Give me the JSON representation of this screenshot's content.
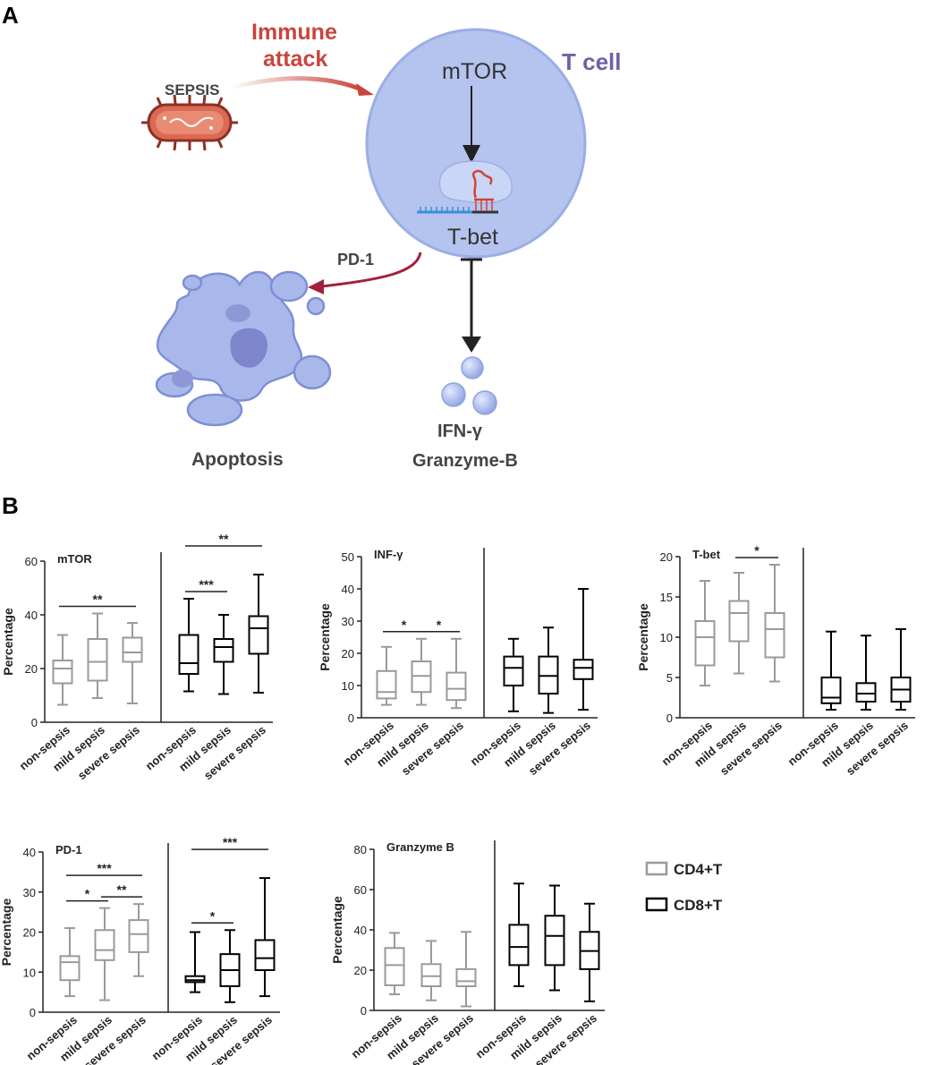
{
  "panel_a": {
    "letter": "A",
    "sepsis_label": "SEPSIS",
    "immune_attack_line1": "Immune",
    "immune_attack_line2": "attack",
    "tcell_label": "T cell",
    "mtor_label": "mTOR",
    "tbet_label": "T-bet",
    "pd1_label": "PD-1",
    "apoptosis_label": "Apoptosis",
    "ifng_label": "IFN-γ",
    "granzyme_label": "Granzyme-B",
    "colors": {
      "attack": "#c9443b",
      "tcell_text": "#6a63a8",
      "cell_fill": "#b5c4ee",
      "apoptosis_fill": "#9fb0e6",
      "pd1_arrow": "#a31f3c"
    }
  },
  "panel_b": {
    "letter": "B",
    "legend": [
      {
        "label": "CD4+T",
        "color": "#9a9a9a"
      },
      {
        "label": "CD8+T",
        "color": "#000000"
      }
    ]
  },
  "chart_data": [
    {
      "type": "box",
      "title": "mTOR",
      "ylabel": "Percentage",
      "ylim": [
        0,
        60
      ],
      "yticks": [
        0,
        20,
        40,
        60
      ],
      "categories": [
        "non-sepsis",
        "mild sepsis",
        "severe sepsis"
      ],
      "series": [
        {
          "name": "CD4+T",
          "boxes": [
            [
              6.5,
              14.5,
              20,
              23,
              32.5
            ],
            [
              9,
              15.5,
              22.5,
              31,
              40.5
            ],
            [
              7,
              22.5,
              26,
              31.5,
              37
            ]
          ]
        },
        {
          "name": "CD8+T",
          "boxes": [
            [
              11.5,
              18,
              22,
              32.5,
              46
            ],
            [
              10.5,
              22.5,
              28,
              31,
              40
            ],
            [
              11,
              25.5,
              35,
              39.5,
              55
            ]
          ]
        }
      ],
      "significance": [
        {
          "series": 0,
          "from": 0,
          "to": 2,
          "label": "**"
        },
        {
          "series": 1,
          "from": 0,
          "to": 1,
          "label": "***"
        },
        {
          "series": 1,
          "from": 0,
          "to": 2,
          "label": "**"
        }
      ]
    },
    {
      "type": "box",
      "title": "INF-γ",
      "ylabel": "Percentage",
      "ylim": [
        0,
        50
      ],
      "yticks": [
        0,
        10,
        20,
        30,
        40,
        50
      ],
      "categories": [
        "non-sepsis",
        "mild sepsis",
        "severe sepsis"
      ],
      "series": [
        {
          "name": "CD4+T",
          "boxes": [
            [
              4,
              6,
              8,
              14.5,
              22
            ],
            [
              4,
              8,
              13,
              17.5,
              24.5
            ],
            [
              3,
              5.5,
              9,
              14,
              24.5
            ]
          ]
        },
        {
          "name": "CD8+T",
          "boxes": [
            [
              2,
              10,
              15.5,
              19,
              24.5
            ],
            [
              1.5,
              7.5,
              13,
              19,
              28
            ],
            [
              2.5,
              12,
              15.5,
              18,
              40
            ]
          ]
        }
      ],
      "significance": [
        {
          "series": 0,
          "from": 0,
          "to": 1,
          "label": "*"
        },
        {
          "series": 0,
          "from": 1,
          "to": 2,
          "label": "*"
        }
      ]
    },
    {
      "type": "box",
      "title": "T-bet",
      "ylabel": "Percentage",
      "ylim": [
        0,
        20
      ],
      "yticks": [
        0,
        5,
        10,
        15,
        20
      ],
      "categories": [
        "non-sepsis",
        "mild sepsis",
        "severe sepsis"
      ],
      "series": [
        {
          "name": "CD4+T",
          "boxes": [
            [
              4,
              6.5,
              10,
              12,
              17
            ],
            [
              5.5,
              9.5,
              13,
              14.5,
              18
            ],
            [
              4.5,
              7.5,
              11,
              13,
              19
            ]
          ]
        },
        {
          "name": "CD8+T",
          "boxes": [
            [
              1,
              1.8,
              2.5,
              5,
              10.7
            ],
            [
              1,
              2,
              3,
              4.3,
              10.2
            ],
            [
              1,
              2,
              3.5,
              5,
              11
            ]
          ]
        }
      ],
      "significance": [
        {
          "series": 0,
          "from": 1,
          "to": 2,
          "label": "*"
        }
      ]
    },
    {
      "type": "box",
      "title": "PD-1",
      "ylabel": "Percentage",
      "ylim": [
        0,
        40
      ],
      "yticks": [
        0,
        10,
        20,
        30,
        40
      ],
      "categories": [
        "non-sepsis",
        "mild sepsis",
        "severe sepsis"
      ],
      "series": [
        {
          "name": "CD4+T",
          "boxes": [
            [
              4,
              8,
              12.5,
              14,
              21
            ],
            [
              3,
              13,
              15.5,
              20.5,
              26
            ],
            [
              9,
              15,
              19.5,
              23,
              27
            ]
          ]
        },
        {
          "name": "CD8+T",
          "boxes": [
            [
              5,
              7.5,
              8,
              9,
              20
            ],
            [
              2.5,
              6.5,
              10.5,
              14.5,
              20.5
            ],
            [
              4,
              10.5,
              13.5,
              18,
              33.5
            ]
          ]
        }
      ],
      "significance": [
        {
          "series": 0,
          "from": 0,
          "to": 1,
          "label": "*"
        },
        {
          "series": 0,
          "from": 1,
          "to": 2,
          "label": "**"
        },
        {
          "series": 0,
          "from": 0,
          "to": 2,
          "label": "***"
        },
        {
          "series": 1,
          "from": 0,
          "to": 1,
          "label": "*"
        },
        {
          "series": 1,
          "from": 0,
          "to": 2,
          "label": "***"
        }
      ]
    },
    {
      "type": "box",
      "title": "Granzyme B",
      "ylabel": "Percentage",
      "ylim": [
        0,
        80
      ],
      "yticks": [
        0,
        20,
        40,
        60,
        80
      ],
      "categories": [
        "non-sepsis",
        "mild sepsis",
        "severe sepsis"
      ],
      "series": [
        {
          "name": "CD4+T",
          "boxes": [
            [
              8,
              12.5,
              22.5,
              31,
              38.5
            ],
            [
              5,
              12,
              17,
              23,
              34.5
            ],
            [
              2,
              12,
              14.5,
              20.5,
              39
            ]
          ]
        },
        {
          "name": "CD8+T",
          "boxes": [
            [
              12,
              22.5,
              31.5,
              42.5,
              63
            ],
            [
              10,
              22.5,
              37,
              47,
              62
            ],
            [
              4.5,
              20.5,
              29.5,
              39,
              53
            ]
          ]
        }
      ],
      "significance": []
    }
  ]
}
